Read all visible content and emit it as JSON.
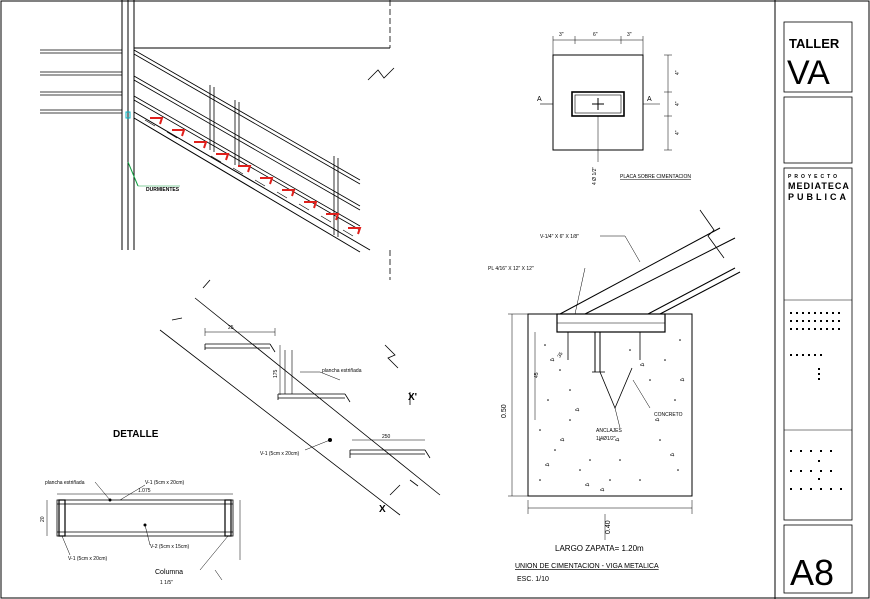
{
  "title_block": {
    "brand_top": "TALLER",
    "brand_bottom": "VA",
    "project_label": "PROYECTO",
    "project_name_1": "MEDIATECA",
    "project_name_2": "PUBLICA",
    "sheet": "A8"
  },
  "stair_elevation": {
    "note": "DURMIENTES"
  },
  "detail": {
    "title": "DETALLE",
    "dim_tread": "25",
    "dim_riser": "175",
    "plate_label": "plancha estriñada",
    "beam_label": "V-1 (5cm x 20cm)",
    "dim_250": "250",
    "cut_x_upper": "X'",
    "cut_x_lower": "X"
  },
  "plan_detail": {
    "plate_label": "plancha estriñada",
    "v1_top": "V-1 (5cm x 20cm)",
    "dim_length": "1.075",
    "v1_bottom": "V-1 (5cm x 20cm)",
    "v2": "V-2 (5cm x 15cm)",
    "column": "Columna",
    "column_dim": "1 1/5\"",
    "side_dim": "20"
  },
  "plate": {
    "dims_top": [
      "3\"",
      "6\"",
      "3\""
    ],
    "dims_side": [
      "4\"",
      "4\"",
      "4\""
    ],
    "cut_left": "A",
    "cut_right": "A",
    "anchor_label": "4 Ø 1/2\"",
    "caption": "PLACA SOBRE CIMENTACION"
  },
  "foundation": {
    "beam_label": "V-1/4\" X 6\" X 1/8\"",
    "plate_label": "PL 4/16\" X 12\" X 12\"",
    "depth_45": "45",
    "depth_35": "35",
    "height": "0.50",
    "concrete": "CONCRETO",
    "anchors_1": "ANCLAJES",
    "anchors_2": "1/4Ø1/2\"",
    "width": "0.40",
    "zapata": "LARGO ZAPATA= 1.20m",
    "caption": "UNION DE CIMENTACION - VIGA METALICA",
    "scale": "ESC. 1/10"
  },
  "colors": {
    "line": "#000000",
    "tread_red": "#e0201c",
    "accent_green": "#10a040",
    "accent_cyan": "#00b8c8",
    "accent_yellow": "#e8c800"
  }
}
